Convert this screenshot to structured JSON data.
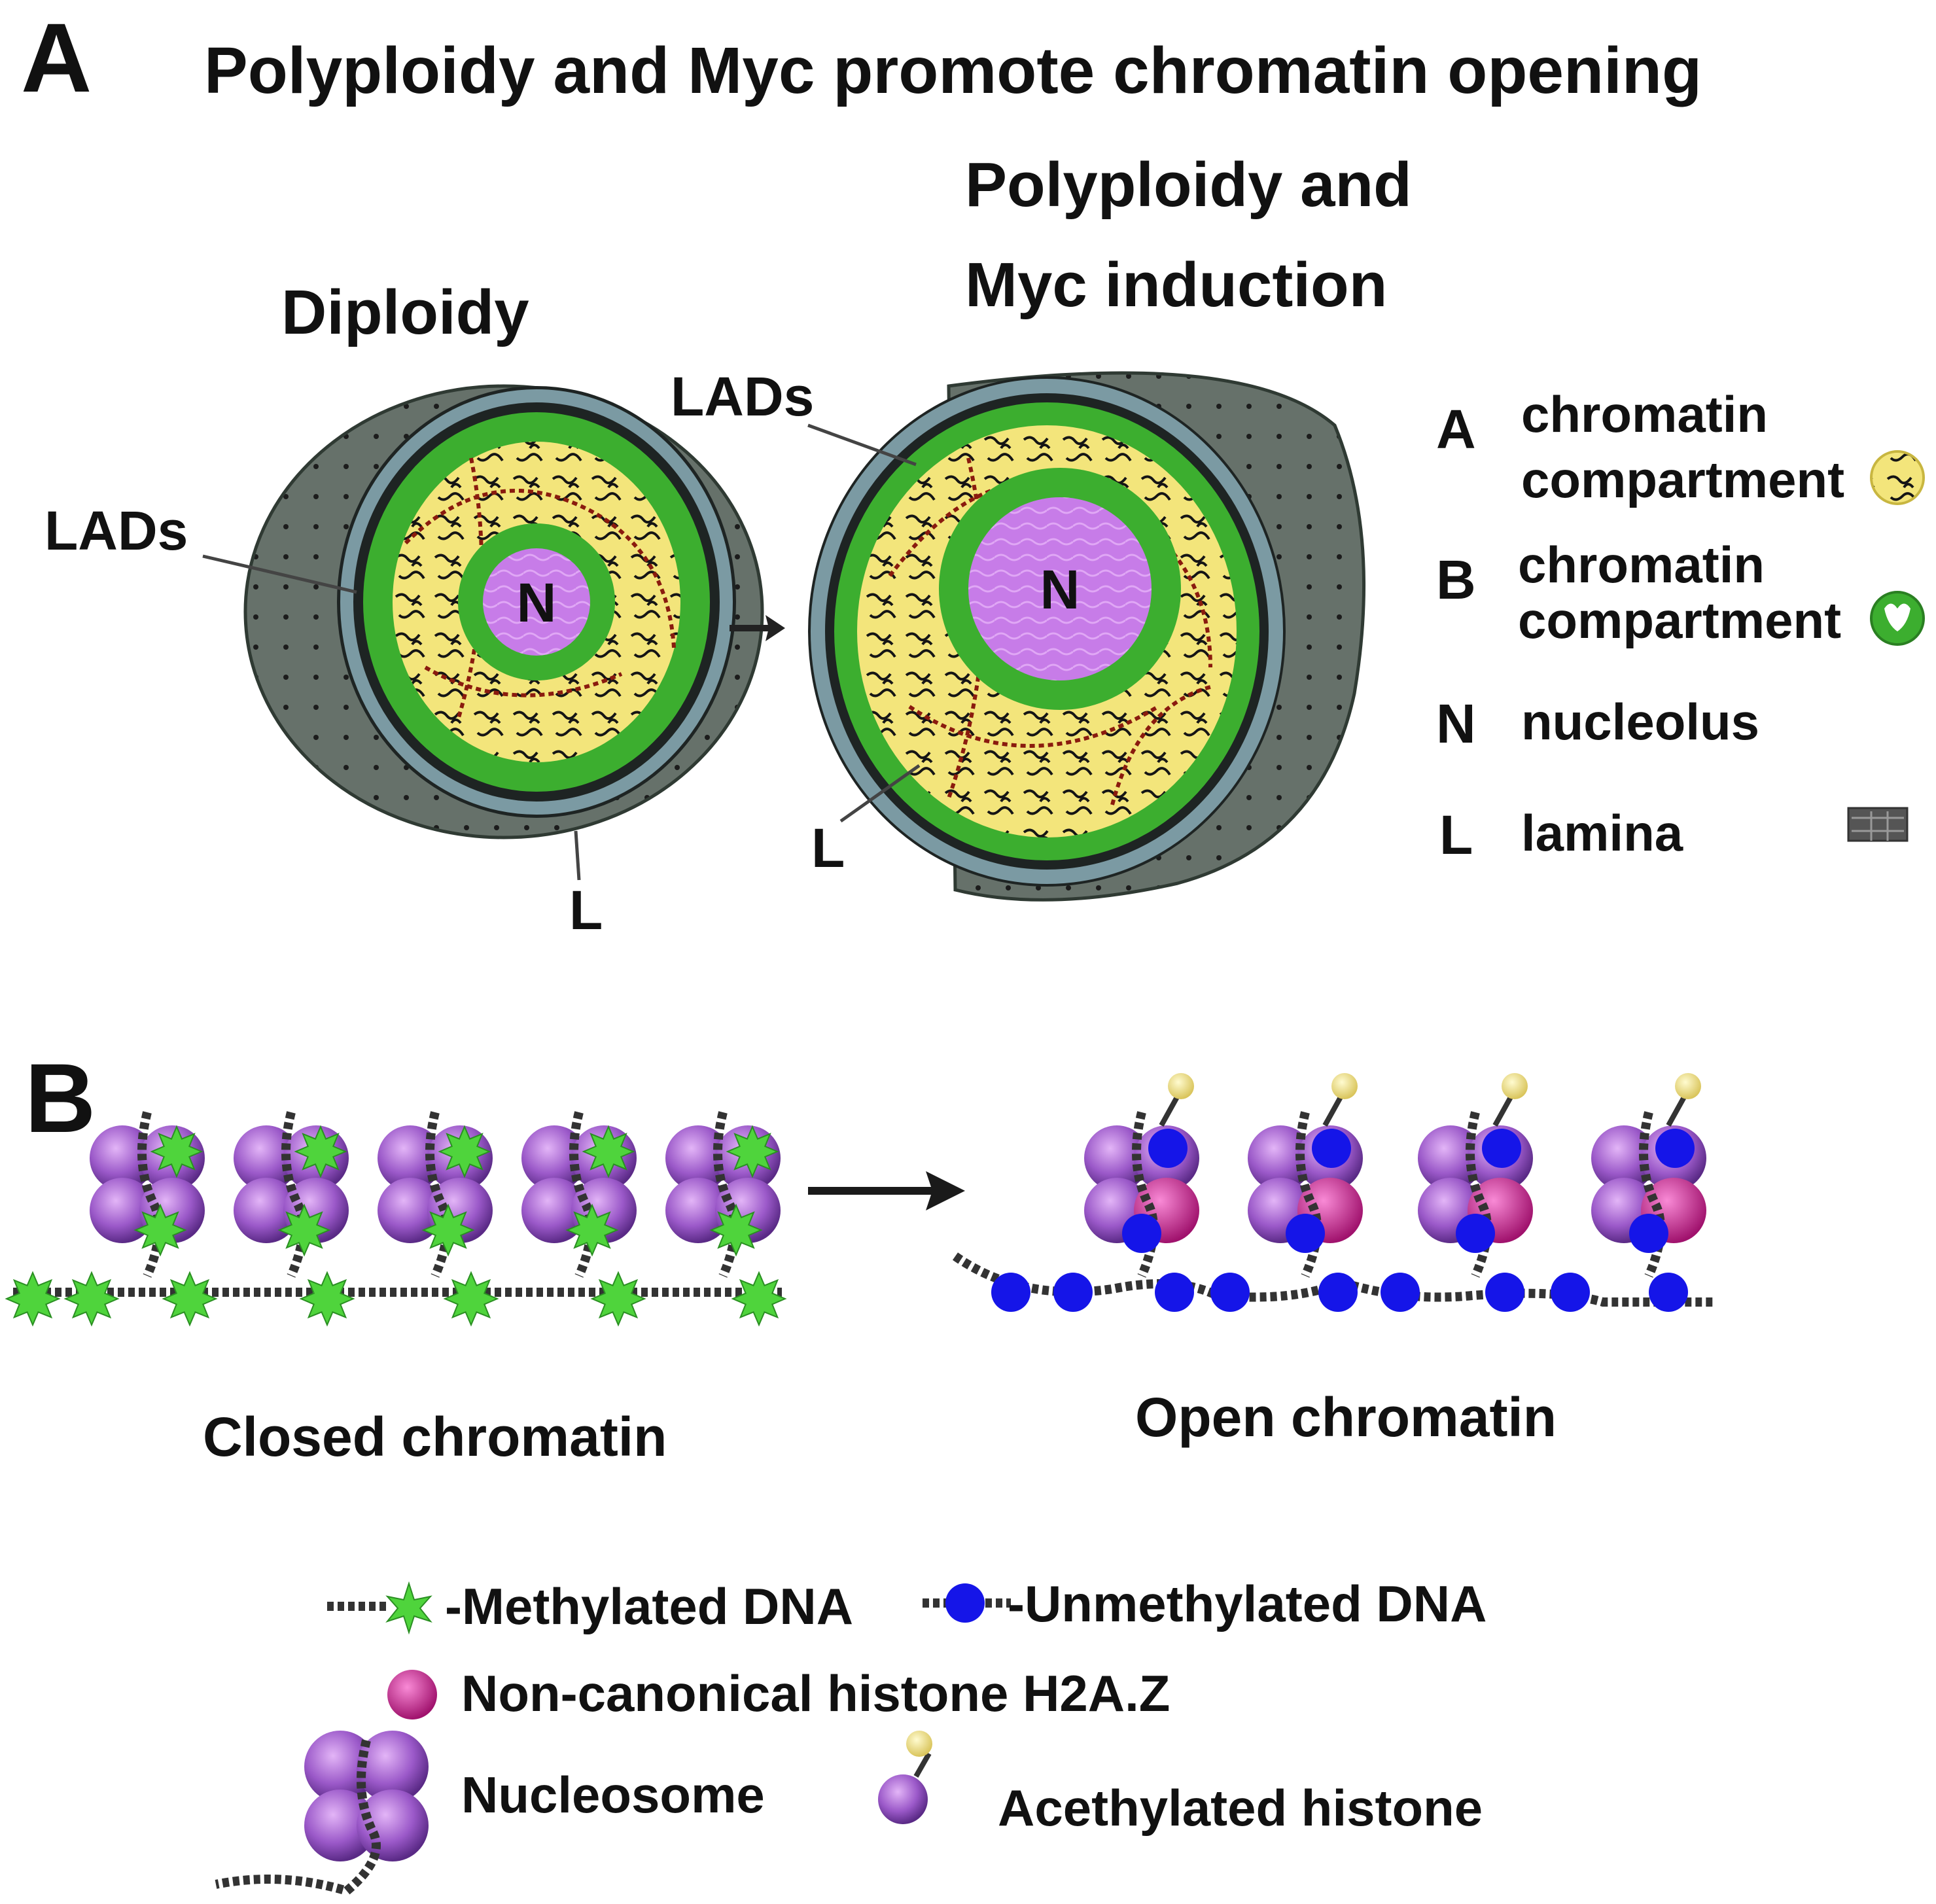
{
  "panel_a": {
    "letter": "A",
    "title": "Polyploidy and Myc promote chromatin opening",
    "left_cell": {
      "caption": "Diploidy",
      "lads": "LADs",
      "nucleolus": "N",
      "lamina": "L"
    },
    "right_cell": {
      "caption_line1": "Polyploidy and",
      "caption_line2": "Myc induction",
      "lads": "LADs",
      "nucleolus": "N",
      "lamina": "L"
    },
    "legend": [
      {
        "key": "A",
        "line1": "chromatin",
        "line2": "compartment",
        "icon": "a-compartment-icon"
      },
      {
        "key": "B",
        "line1": "chromatin",
        "line2": "compartment",
        "icon": "b-compartment-icon"
      },
      {
        "key": "N",
        "line1": "nucleolus",
        "line2": ""
      },
      {
        "key": "L",
        "line1": "lamina",
        "line2": "",
        "icon": "lamina-icon"
      }
    ]
  },
  "panel_b": {
    "letter": "B",
    "closed_label": "Closed chromatin",
    "open_label": "Open chromatin",
    "legend": {
      "methylated": "-Methylated DNA",
      "unmethylated": "-Unmethylated DNA",
      "h2az": "Non-canonical histone H2A.Z",
      "nucleosome": "Nucleosome",
      "acetylated": "Acethylated histone"
    }
  },
  "colors": {
    "a_compartment": "#f5ea7a",
    "b_compartment": "#3cae2f",
    "nucleolus": "#c77ce8",
    "lamina": "#7b9aa3",
    "cytoplasm": "#5f6b63",
    "histone": "#9b59c9",
    "h2az": "#d6289a",
    "methyl": "#4fd43c",
    "unmethyl": "#1515e8",
    "acetyl": "#f0e28a"
  }
}
